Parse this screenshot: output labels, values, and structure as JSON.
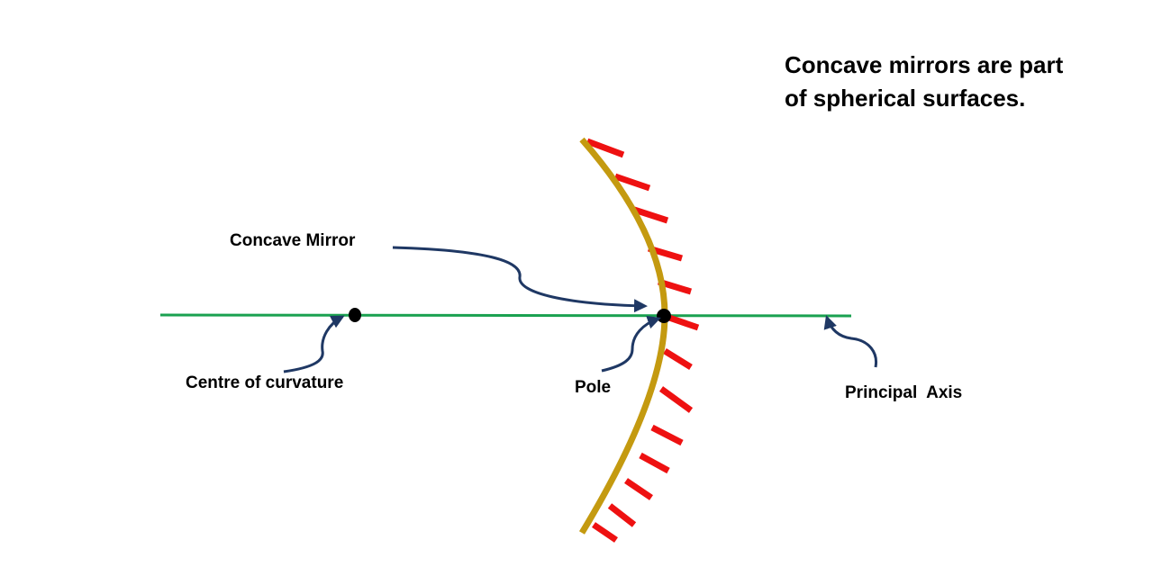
{
  "heading": {
    "line1": "Concave mirrors are part",
    "line2": "of spherical surfaces."
  },
  "labels": {
    "concave_mirror": "Concave Mirror",
    "centre_of_curvature": "Centre of curvature",
    "pole": "Pole",
    "principal_axis": "Principal  Axis"
  },
  "colors": {
    "principal_axis": "#1aa150",
    "mirror_surface": "#c49a10",
    "mirror_hatch": "#ee1111",
    "arrows": "#1f3864",
    "points": "#000000"
  }
}
